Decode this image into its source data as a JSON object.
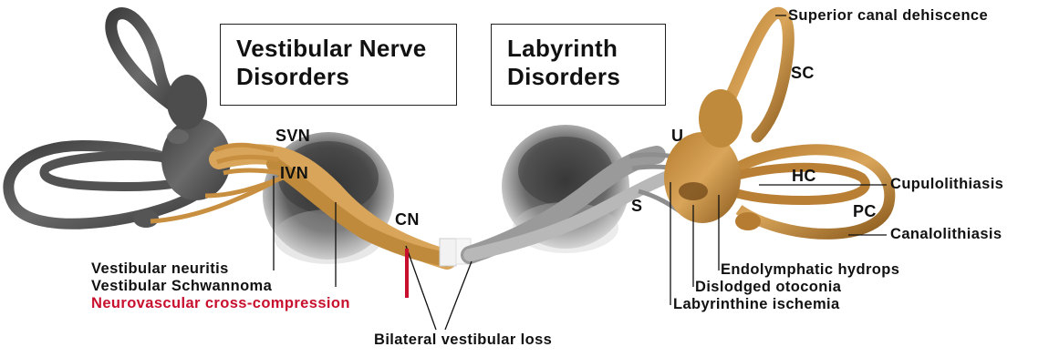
{
  "boxes": {
    "vestibular_nerve": [
      "Vestibular Nerve",
      "Disorders"
    ],
    "labyrinth": [
      "Labyrinth",
      "Disorders"
    ]
  },
  "structure_labels": {
    "svn": "SVN",
    "ivn": "IVN",
    "cn": "CN",
    "u": "U",
    "s": "S",
    "sc": "SC",
    "hc": "HC",
    "pc": "PC"
  },
  "left_disorders": {
    "neuritis": "Vestibular neuritis",
    "schwannoma": "Vestibular Schwannoma",
    "cross_compression": "Neurovascular cross-compression"
  },
  "right_disorders": {
    "dehiscence": "Superior canal dehiscence",
    "cupulolithiasis": "Cupulolithiasis",
    "canalolithiasis": "Canalolithiasis",
    "hydrops": "Endolymphatic hydrops",
    "otoconia": "Dislodged otoconia",
    "ischemia": "Labyrinthine ischemia"
  },
  "bottom": {
    "bilateral": "Bilateral vestibular loss"
  },
  "colors": {
    "left_labyrinth": "#5a5a5a",
    "right_labyrinth": "#c8913f",
    "left_nerve": "#d9a55a",
    "right_nerve": "#a8a8a8",
    "cochlea": "#4a4a4a",
    "highlight": "#c8102e"
  }
}
